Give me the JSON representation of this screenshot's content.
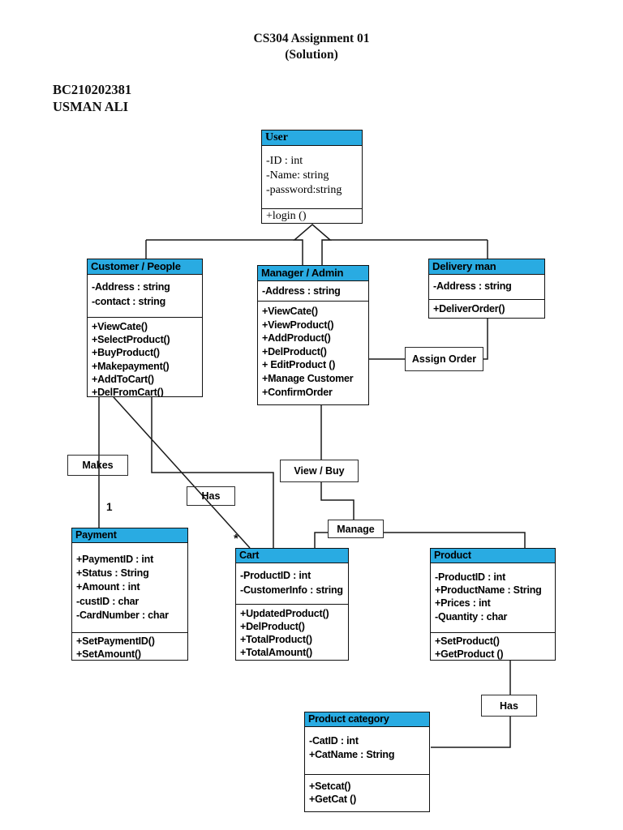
{
  "title": {
    "line1": "CS304 Assignment 01",
    "line2": "(Solution)"
  },
  "student": {
    "id": "BC210202381",
    "name": "USMAN ALI"
  },
  "colors": {
    "class_header_fill": "#29ABE2",
    "border": "#111111",
    "line": "#1a1a1a"
  },
  "classes": [
    {
      "name": "User",
      "attributes": [
        "-ID : int",
        "-Name: string",
        "-password:string"
      ],
      "methods": [
        "+login ()"
      ]
    },
    {
      "name": "Customer / People",
      "attributes": [
        "-Address : string",
        "-contact : string"
      ],
      "methods": [
        "+ViewCate()",
        "+SelectProduct()",
        "+BuyProduct()",
        "+Makepayment()",
        "+AddToCart()",
        "+DelFromCart()"
      ]
    },
    {
      "name": "Manager / Admin",
      "attributes": [
        "-Address : string"
      ],
      "methods": [
        "+ViewCate()",
        "+ViewProduct()",
        "+AddProduct()",
        "+DelProduct()",
        "+ EditProduct ()",
        "+Manage Customer",
        "+ConfirmOrder"
      ]
    },
    {
      "name": "Delivery man",
      "attributes": [
        "-Address : string"
      ],
      "methods": [
        "+DeliverOrder()"
      ]
    },
    {
      "name": "Payment",
      "attributes": [
        "+PaymentID : int",
        "+Status : String",
        "+Amount : int",
        "-custID  : char",
        "-CardNumber : char"
      ],
      "methods": [
        "+SetPaymentID()",
        "+SetAmount()"
      ]
    },
    {
      "name": "Cart",
      "attributes": [
        "-ProductID : int",
        "-CustomerInfo : string"
      ],
      "methods": [
        "+UpdatedProduct()",
        "+DelProduct()",
        "+TotalProduct()",
        "+TotalAmount()"
      ]
    },
    {
      "name": "Product",
      "attributes": [
        "-ProductID : int",
        "+ProductName : String",
        "+Prices : int",
        "-Quantity  : char"
      ],
      "methods": [
        "+SetProduct()",
        "+GetProduct ()"
      ]
    },
    {
      "name": "Product category",
      "attributes": [
        "-CatID : int",
        "+CatName : String"
      ],
      "methods": [
        "+Setcat()",
        "+GetCat ()"
      ]
    }
  ],
  "labels": {
    "assign_order": "Assign Order",
    "makes": "Makes",
    "view_buy": "View / Buy",
    "has_cart": "Has",
    "manage": "Manage",
    "has_category": "Has"
  },
  "multiplicities": {
    "payment_end": "1",
    "cart_end": "*"
  }
}
